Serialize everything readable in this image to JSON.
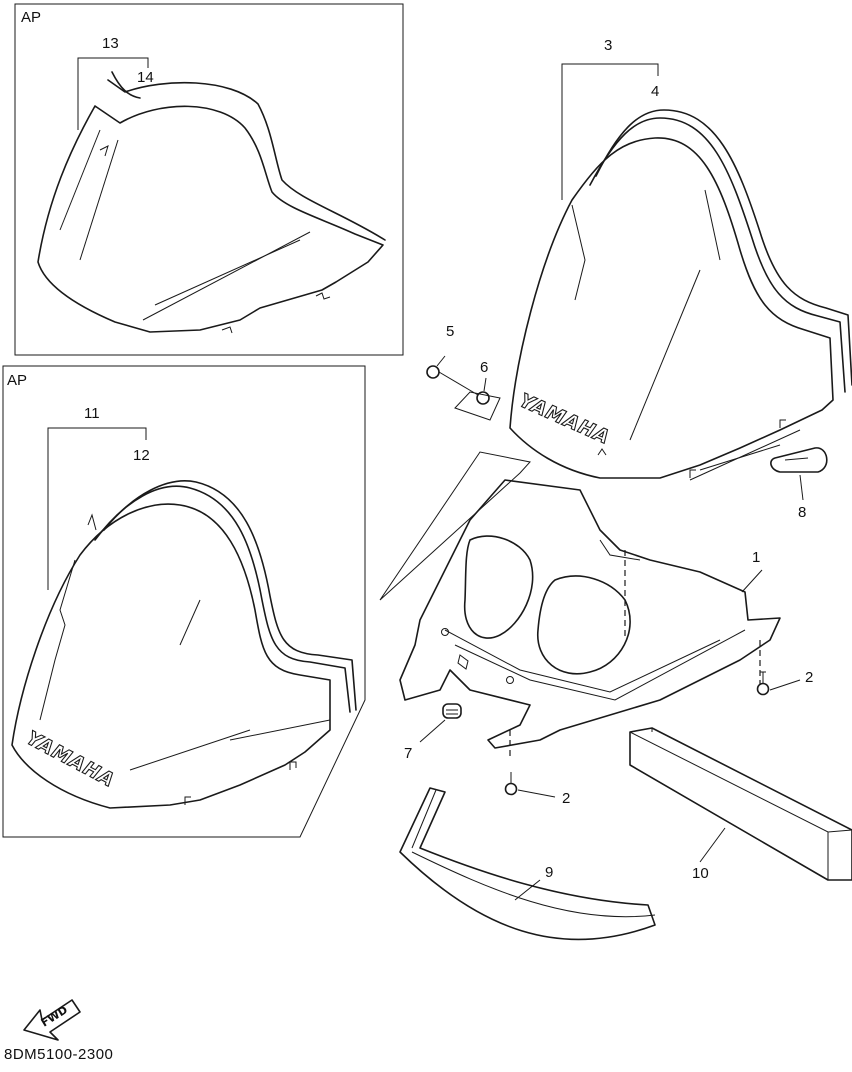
{
  "diagram": {
    "code": "8DM5100-2300",
    "ap_label": "AP",
    "brand_text": "YAMAHA",
    "fwd_text": "FWD",
    "callouts": {
      "c1": "1",
      "c2a": "2",
      "c2b": "2",
      "c3": "3",
      "c4": "4",
      "c5": "5",
      "c6": "6",
      "c7": "7",
      "c8": "8",
      "c9": "9",
      "c10": "10",
      "c11": "11",
      "c12": "12",
      "c13": "13",
      "c14": "14"
    }
  }
}
